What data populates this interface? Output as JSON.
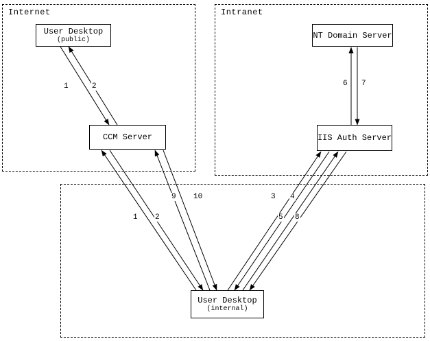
{
  "diagram": {
    "zones": {
      "internet": {
        "label": "Internet"
      },
      "intranet": {
        "label": "Intranet"
      }
    },
    "nodes": {
      "user_desktop_public": {
        "title": "User Desktop",
        "subtitle": "(public)"
      },
      "ccm_server": {
        "title": "CCM Server"
      },
      "nt_domain_server": {
        "title": "NT Domain Server"
      },
      "iis_auth_server": {
        "title": "IIS Auth Server"
      },
      "user_desktop_internal": {
        "title": "User Desktop",
        "subtitle": "(internal)"
      }
    },
    "edge_labels": {
      "public_ccm_step1": "1",
      "public_ccm_step2": "2",
      "nt_iis_step6": "6",
      "nt_iis_step7": "7",
      "internal_ccm_step1": "1",
      "internal_ccm_step2": "2",
      "internal_ccm_step9": "9",
      "internal_ccm_step10": "10",
      "internal_iis_step3": "3",
      "internal_iis_step4": "4",
      "internal_iis_step5": "5",
      "internal_iis_step8": "8"
    }
  }
}
